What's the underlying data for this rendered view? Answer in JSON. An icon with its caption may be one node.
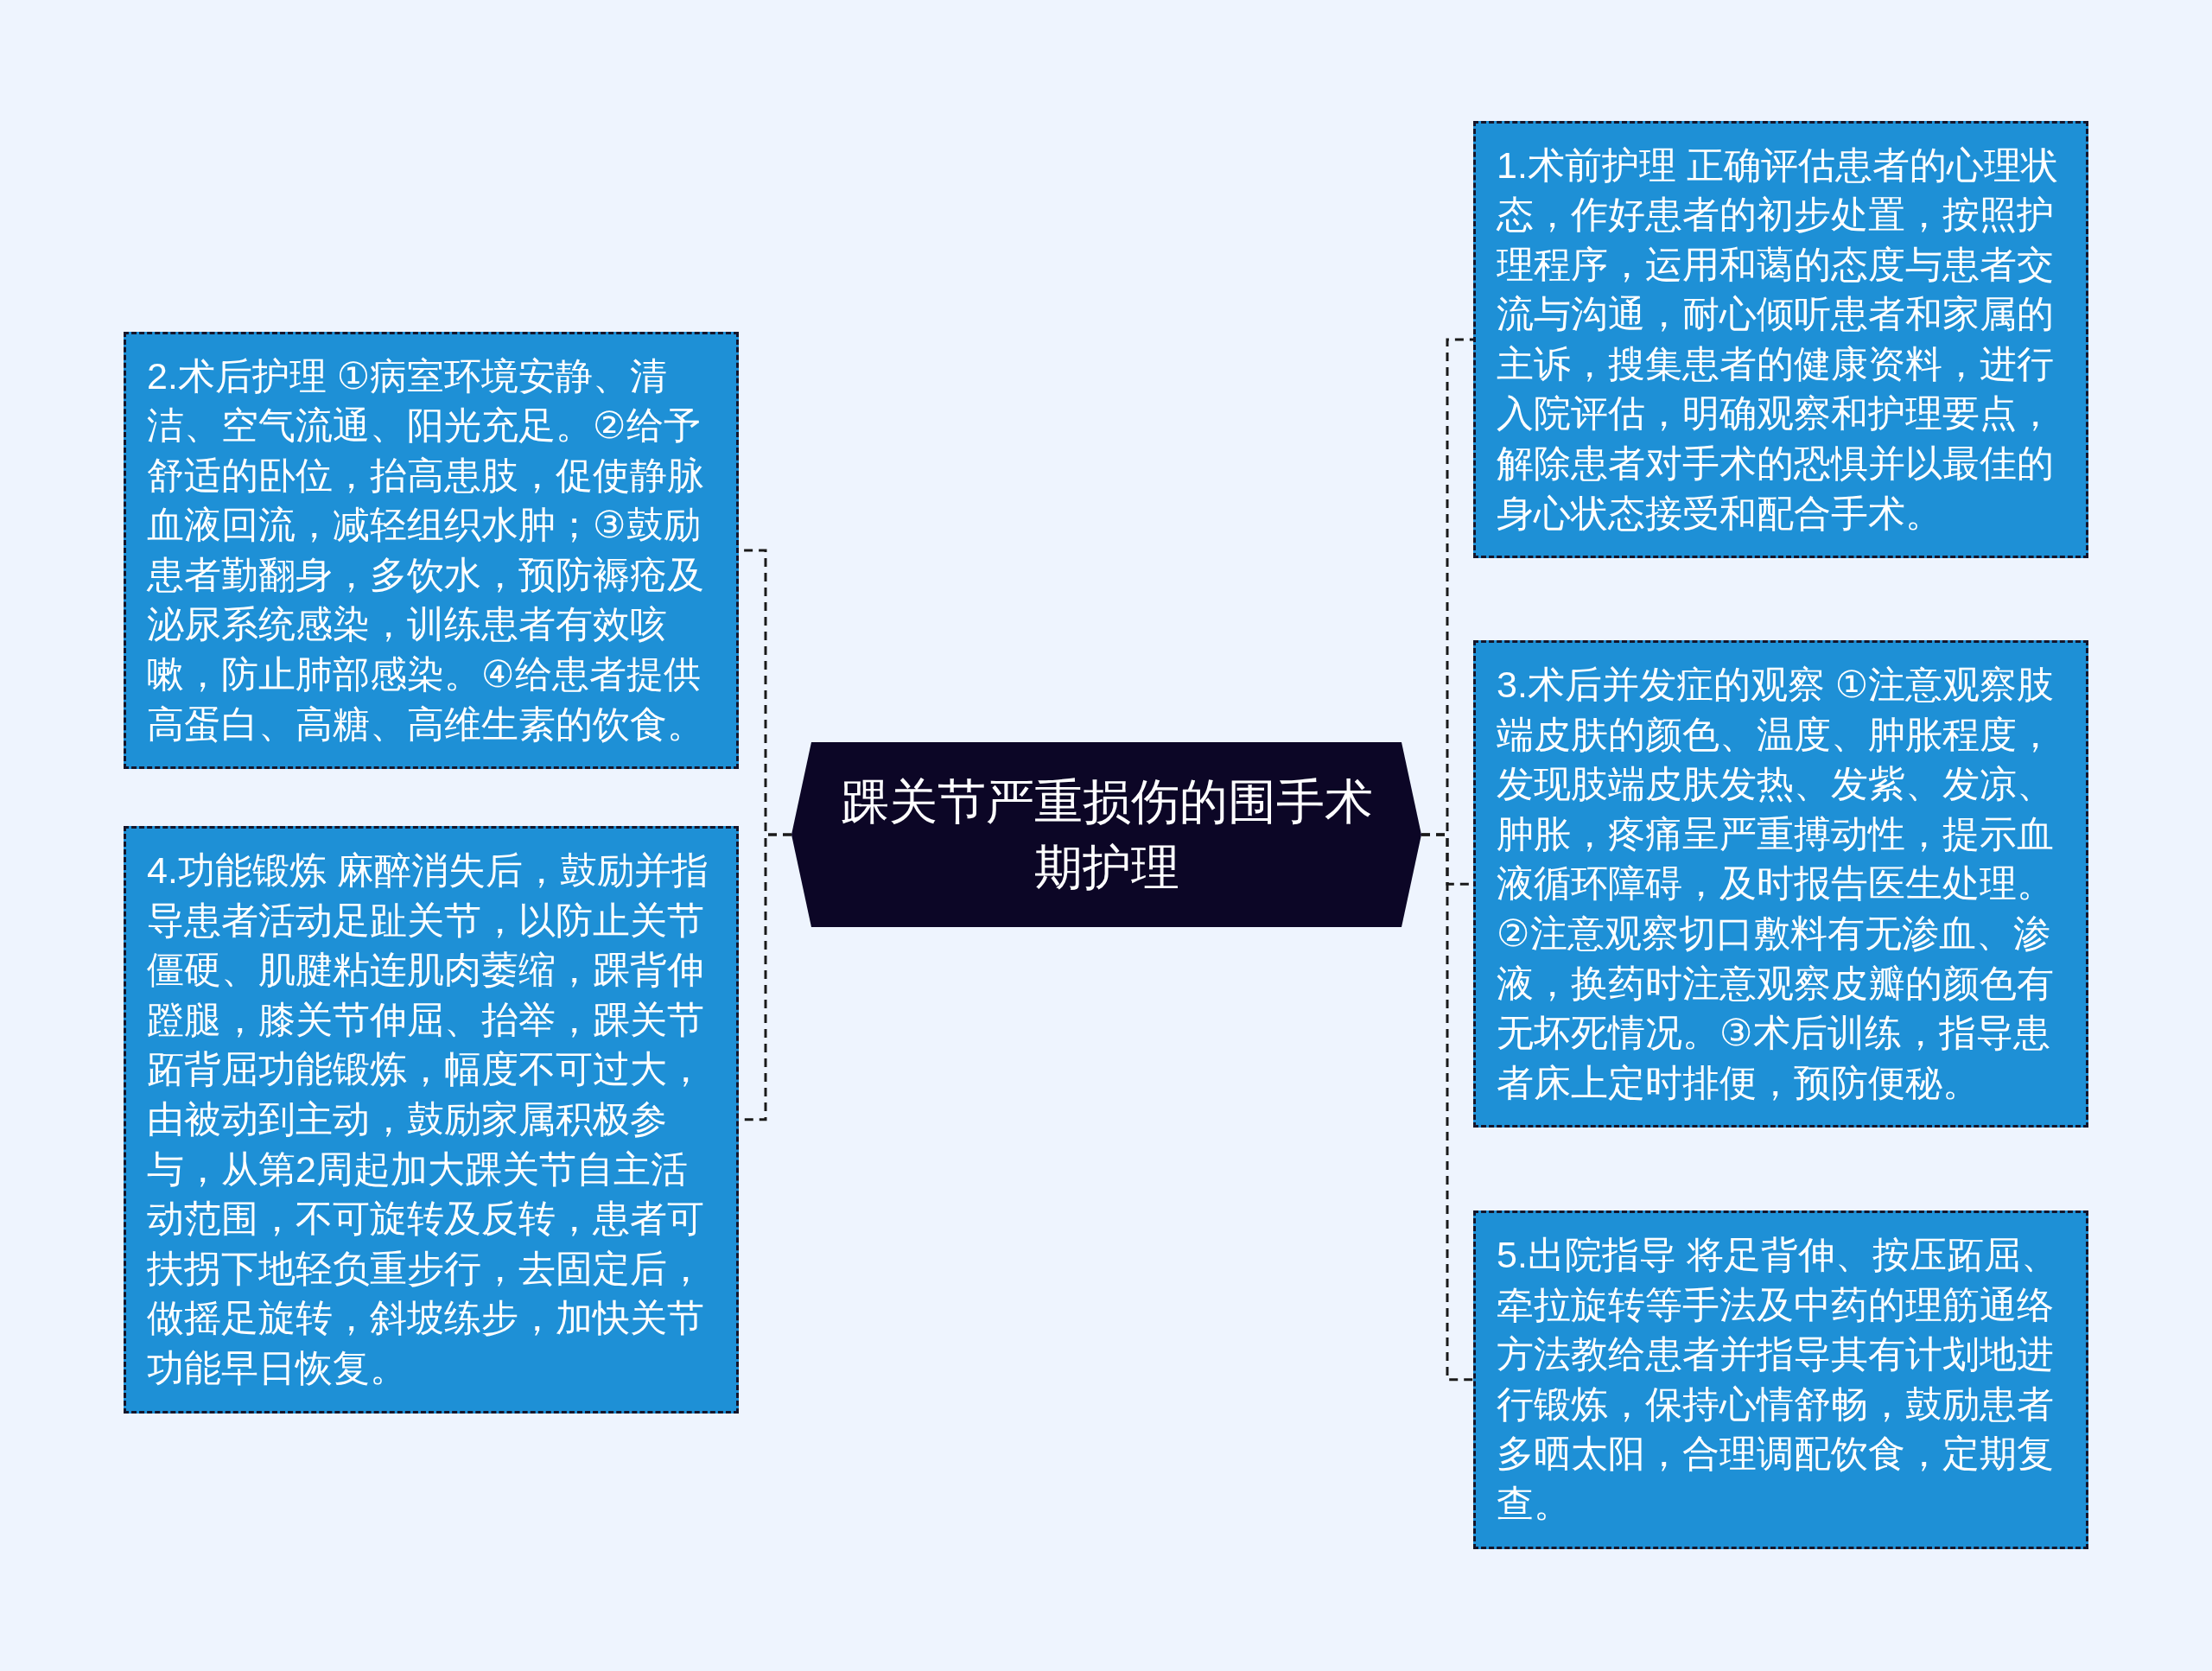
{
  "diagram": {
    "nodes": [
      {
        "text": [
          "踝关节严重损伤的围手术期护理"
        ]
      },
      {
        "text": [
          "1.术前护理 正确评估患者的心理状态，作好患者的初步处置，按照护理程序，运用和蔼的态度与患者交流与沟通，耐心倾听患者和家属的主诉，搜集患者的健康资料，进行入院评估，明确观察和护理要点，解除患者对手术的恐惧并以最佳的身心状态接受和配合手术。"
        ]
      },
      {
        "text": [
          "2.术后护理 ①病室环境安静、清洁、空气流通、阳光充足。②给予舒适的卧位，抬高患肢，促使静脉血液回流，减轻组织水肿；③鼓励患者勤翻身，多饮水，预防褥疮及泌尿系统感染，训练患者有效咳嗽，防止肺部感染。④给患者提供高蛋白、高糖、高维生素的饮食。"
        ]
      },
      {
        "text": [
          "3.术后并发症的观察 ①注意观察肢端皮肤的颜色、温度、肿胀程度，发现肢端皮肤发热、发紫、发凉、肿胀，疼痛呈严重搏动性，提示血液循环障碍，及时报告医生处理。②注意观察切口敷料有无渗血、渗液，换药时注意观察皮瓣的颜色有无坏死情况。③术后训练，指导患者床上定时排便，预防便秘。"
        ]
      },
      {
        "text": [
          "4.功能锻炼 麻醉消失后，鼓励并指导患者活动足趾关节，以防止关节僵硬、肌腱粘连肌肉萎缩，踝背伸蹬腿，膝关节伸屈、抬举，踝关节跖背屈功能锻炼，幅度不可过大，由被动到主动，鼓励家属积极参与，从第2周起加大踝关节自主活动范围，不可旋转及反转，患者可扶拐下地轻负重步行，去固定后，做摇足旋转，斜坡练步，加快关节功能早日恢复。"
        ]
      },
      {
        "text": [
          "5.出院指导 将足背伸、按压跖屈、牵拉旋转等手法及中药的理筋通络方法教给患者并指导其有计划地进行锻炼，保持心情舒畅，鼓励患者多晒太阳，合理调配饮食，定期复查。"
        ]
      }
    ],
    "edges": [
      {
        "from": 0,
        "to": 1,
        "arrow": "none",
        "style": "dashed"
      },
      {
        "from": 0,
        "to": 2,
        "arrow": "none",
        "style": "dashed"
      },
      {
        "from": 0,
        "to": 3,
        "arrow": "none",
        "style": "dashed"
      },
      {
        "from": 0,
        "to": 4,
        "arrow": "none",
        "style": "dashed"
      },
      {
        "from": 0,
        "to": 5,
        "arrow": "none",
        "style": "dashed"
      }
    ]
  }
}
